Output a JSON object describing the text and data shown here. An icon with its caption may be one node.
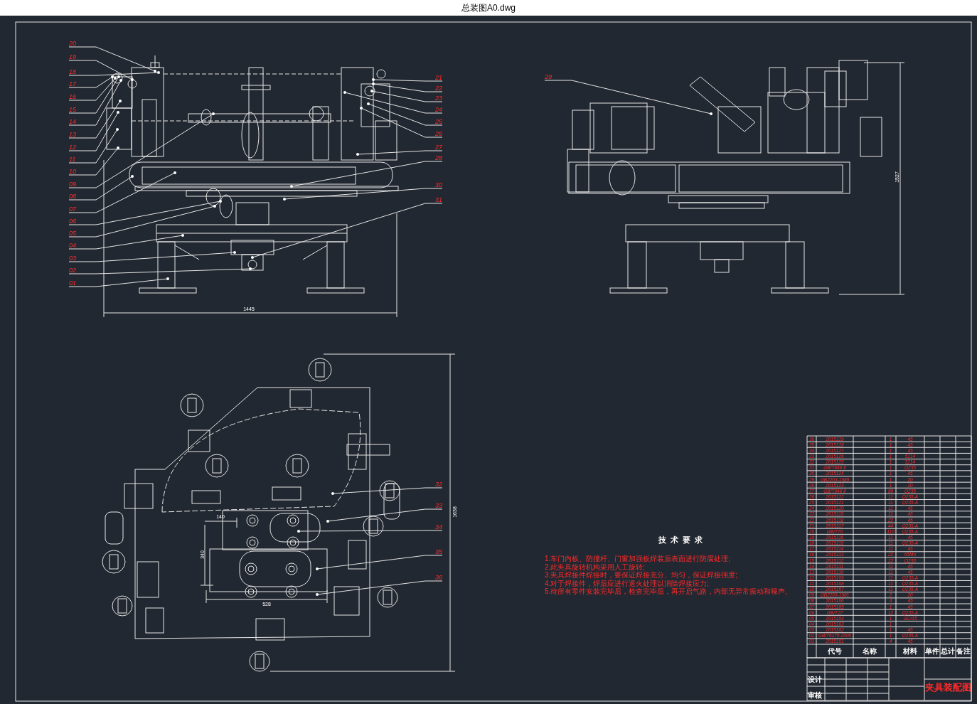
{
  "diagram": {
    "nodes": [
      {
        "text": [
          "01"
        ]
      },
      {
        "text": [
          "02"
        ]
      },
      {
        "text": [
          "03"
        ]
      },
      {
        "text": [
          "04"
        ]
      },
      {
        "text": [
          "05"
        ]
      },
      {
        "text": [
          "06"
        ]
      },
      {
        "text": [
          "07"
        ]
      },
      {
        "text": [
          "08"
        ]
      },
      {
        "text": [
          "09"
        ]
      },
      {
        "text": [
          "10"
        ]
      },
      {
        "text": [
          "11"
        ]
      },
      {
        "text": [
          "12"
        ]
      },
      {
        "text": [
          "13"
        ]
      },
      {
        "text": [
          "14"
        ]
      },
      {
        "text": [
          "15"
        ]
      },
      {
        "text": [
          "16"
        ]
      },
      {
        "text": [
          "17"
        ]
      },
      {
        "text": [
          "18"
        ]
      },
      {
        "text": [
          "19"
        ]
      },
      {
        "text": [
          "20"
        ]
      },
      {
        "text": [
          "21"
        ]
      },
      {
        "text": [
          "22"
        ]
      },
      {
        "text": [
          "23"
        ]
      },
      {
        "text": [
          "24"
        ]
      },
      {
        "text": [
          "25"
        ]
      },
      {
        "text": [
          "26"
        ]
      },
      {
        "text": [
          "27"
        ]
      },
      {
        "text": [
          "28"
        ]
      },
      {
        "text": [
          "29"
        ]
      },
      {
        "text": [
          "30"
        ]
      },
      {
        "text": [
          "31"
        ]
      },
      {
        "text": [
          "32"
        ]
      },
      {
        "text": [
          "33"
        ]
      },
      {
        "text": [
          "34"
        ]
      },
      {
        "text": [
          "35"
        ]
      },
      {
        "text": [
          "36"
        ]
      }
    ],
    "edges": [
      {
        "from": 0,
        "to": null,
        "arrow": "other"
      },
      {
        "from": 1,
        "to": null,
        "arrow": "other"
      },
      {
        "from": 2,
        "to": null,
        "arrow": "other"
      },
      {
        "from": 3,
        "to": null,
        "arrow": "other"
      },
      {
        "from": 4,
        "to": null,
        "arrow": "other"
      },
      {
        "from": 5,
        "to": null,
        "arrow": "other"
      },
      {
        "from": 6,
        "to": null,
        "arrow": "other"
      },
      {
        "from": 7,
        "to": null,
        "arrow": "other"
      },
      {
        "from": 8,
        "to": null,
        "arrow": "other"
      },
      {
        "from": 9,
        "to": null,
        "arrow": "other"
      },
      {
        "from": 10,
        "to": null,
        "arrow": "other"
      },
      {
        "from": 11,
        "to": null,
        "arrow": "other"
      },
      {
        "from": 12,
        "to": null,
        "arrow": "other"
      },
      {
        "from": 13,
        "to": null,
        "arrow": "other"
      },
      {
        "from": 14,
        "to": null,
        "arrow": "other"
      },
      {
        "from": 15,
        "to": null,
        "arrow": "other"
      },
      {
        "from": 16,
        "to": null,
        "arrow": "other"
      },
      {
        "from": 17,
        "to": null,
        "arrow": "other"
      },
      {
        "from": 18,
        "to": null,
        "arrow": "other"
      },
      {
        "from": 19,
        "to": null,
        "arrow": "other"
      },
      {
        "from": 20,
        "to": null,
        "arrow": "other"
      },
      {
        "from": 21,
        "to": null,
        "arrow": "other"
      },
      {
        "from": 22,
        "to": null,
        "arrow": "other"
      },
      {
        "from": 23,
        "to": null,
        "arrow": "other"
      },
      {
        "from": 24,
        "to": null,
        "arrow": "other"
      },
      {
        "from": 25,
        "to": null,
        "arrow": "other"
      },
      {
        "from": 26,
        "to": null,
        "arrow": "other"
      },
      {
        "from": 27,
        "to": null,
        "arrow": "other"
      },
      {
        "from": 28,
        "to": null,
        "arrow": "other"
      },
      {
        "from": 29,
        "to": null,
        "arrow": "other"
      },
      {
        "from": 30,
        "to": null,
        "arrow": "other"
      },
      {
        "from": 31,
        "to": null,
        "arrow": "other"
      },
      {
        "from": 32,
        "to": null,
        "arrow": "other"
      },
      {
        "from": 33,
        "to": null,
        "arrow": "other"
      },
      {
        "from": 34,
        "to": null,
        "arrow": "other"
      },
      {
        "from": 35,
        "to": null,
        "arrow": "other"
      }
    ],
    "labels": [
      "总装图A0.dwg",
      "1445",
      "1527",
      "1638",
      "140",
      "340",
      "528",
      "技术要求",
      "1.车门内板、防撞杆、门窗加强板焊装后表面进行防腐处理;",
      "2.此夹具旋转机构采用人工旋转;",
      "3.夹具焊接件焊接时，要保证焊接充分、均匀，保证焊接强度;",
      "4.对于焊接件，焊后应进行退火处理以消除焊接应力;",
      "5.待所有零件安装完毕后，检查完毕后，再开启气路，内部无异常振动和噪声。",
      "36",
      "2015129",
      "1",
      "45",
      "35",
      "2015128",
      "1",
      "45",
      "34",
      "2015127",
      "1",
      "45",
      "33",
      "2015126",
      "1",
      "5214",
      "32",
      "2015125",
      "1",
      "5214",
      "31",
      "GB/T848 8",
      "1",
      "Q235",
      "30",
      "2015124",
      "1",
      "45",
      "29",
      "GB2203-1989",
      "1",
      "20",
      "28",
      "2015123",
      "1",
      "20",
      "27",
      "GB/T848 8",
      "88",
      "Q235",
      "26",
      "2015122",
      "11",
      "Q235-A",
      "25",
      "2015121",
      "11",
      "Q235-A",
      "24",
      "2015120",
      "11",
      "45",
      "23",
      "2015119",
      "11",
      "45",
      "22",
      "2015118",
      "22",
      "45",
      "21",
      "2015117",
      "44",
      "Q235-A",
      "20",
      "GB/T70",
      "110",
      "Q235-A",
      "19",
      "2015116",
      "11",
      "45",
      "18",
      "2015115",
      "11",
      "Q235-A",
      "17",
      "2015114",
      "11",
      "45",
      "16",
      "2015113",
      "22",
      "65Mn",
      "15",
      "2015112",
      "22",
      "Q235",
      "14",
      "2015111",
      "11",
      "45",
      "13",
      "2015110",
      "11",
      "45",
      "12",
      "2015109",
      "11",
      "Q235-A",
      "11",
      "2015108",
      "11",
      "Q235-A",
      "10",
      "2015107",
      "11",
      "Q235-A",
      "09",
      "GB2203-1981",
      "2",
      "20",
      "08",
      "2015106",
      "4",
      "45",
      "07",
      "2015105",
      "1",
      "45",
      "06",
      "GB/T27",
      "12",
      "Q235-A",
      "05",
      "2015104",
      "1",
      "GCr15",
      "04",
      "2015103",
      "1",
      "03",
      "2015102",
      "1",
      "45",
      "02",
      "GB/T6170-2000",
      "1",
      "Q235-A",
      "01",
      "2015101",
      "4",
      "45",
      "代号",
      "名称",
      "材料",
      "单件",
      "总计",
      "备注",
      "设计",
      "审核",
      "夹具装配图"
    ]
  }
}
